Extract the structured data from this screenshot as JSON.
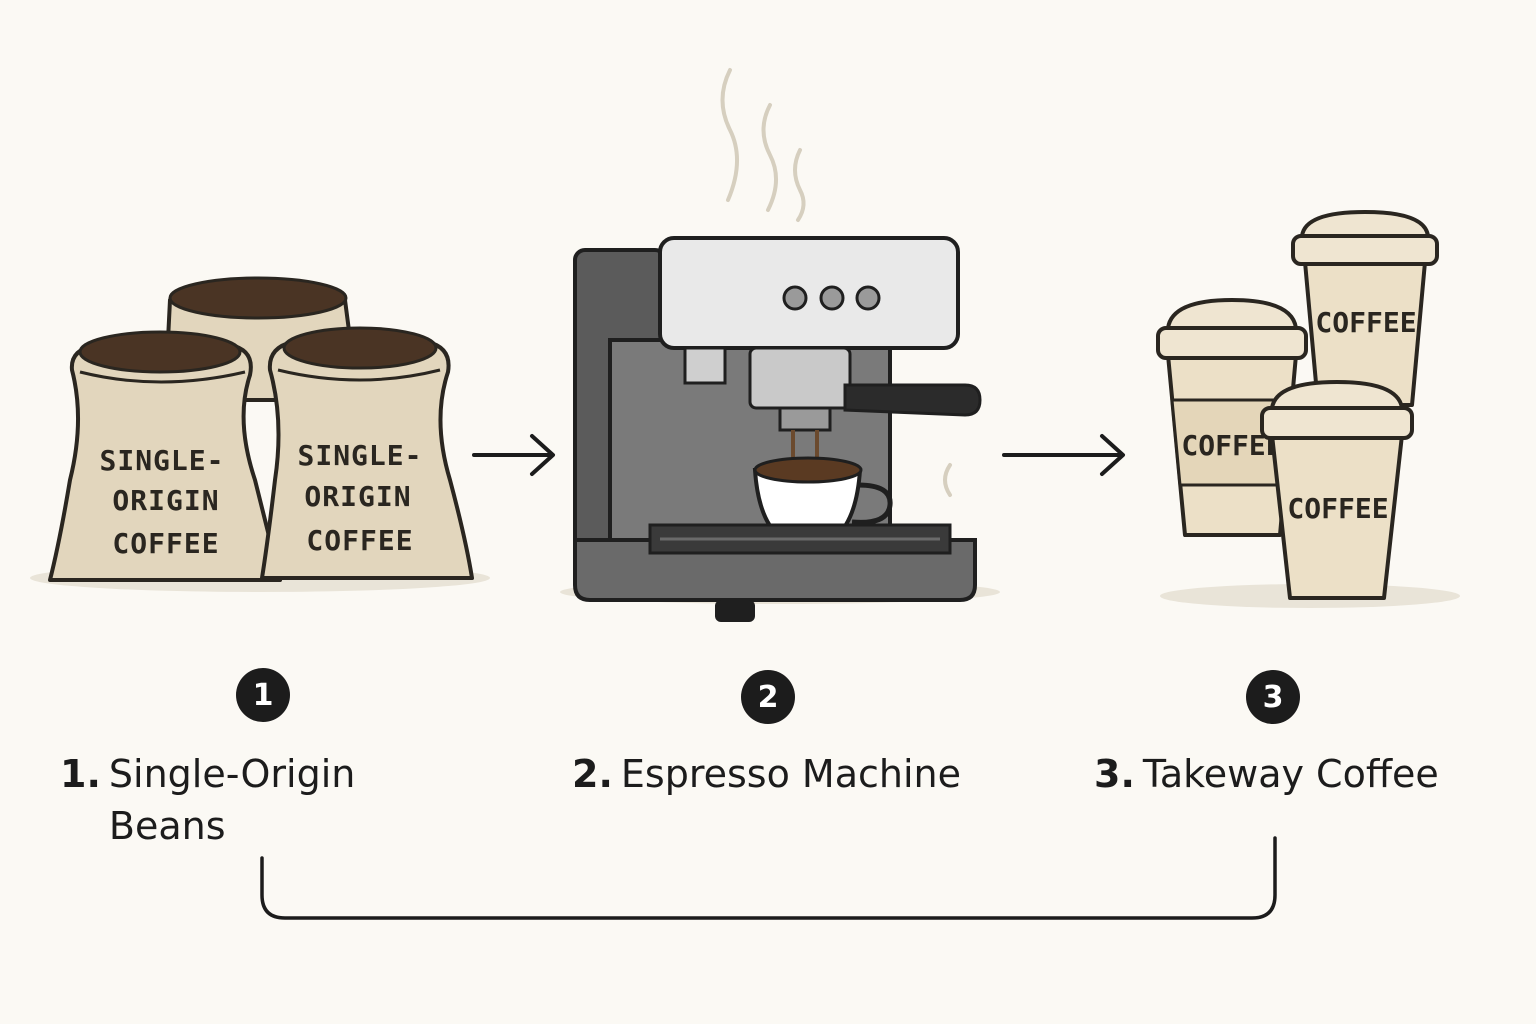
{
  "steps": [
    {
      "number": "1",
      "prefix": "1.",
      "label": "Single-Origin Beans"
    },
    {
      "number": "2",
      "prefix": "2.",
      "label": "Espresso Machine"
    },
    {
      "number": "3",
      "prefix": "3.",
      "label": "Takeway Coffee"
    }
  ],
  "sack_text": [
    "SINGLE-",
    "ORIGIN",
    "COFFEE"
  ],
  "cup_text": "COFFEE",
  "colors": {
    "background": "#fbf9f4",
    "burlap": "#e2d6bd",
    "beans": "#4a3424",
    "machine_dark": "#5b5b5b",
    "machine_light": "#e9e9e9",
    "cup": "#ece0c7",
    "badge": "#1c1c1c"
  },
  "icons": [
    "coffee-sack-icon",
    "espresso-machine-icon",
    "takeaway-cup-icon",
    "arrow-right-icon",
    "steam-icon"
  ]
}
